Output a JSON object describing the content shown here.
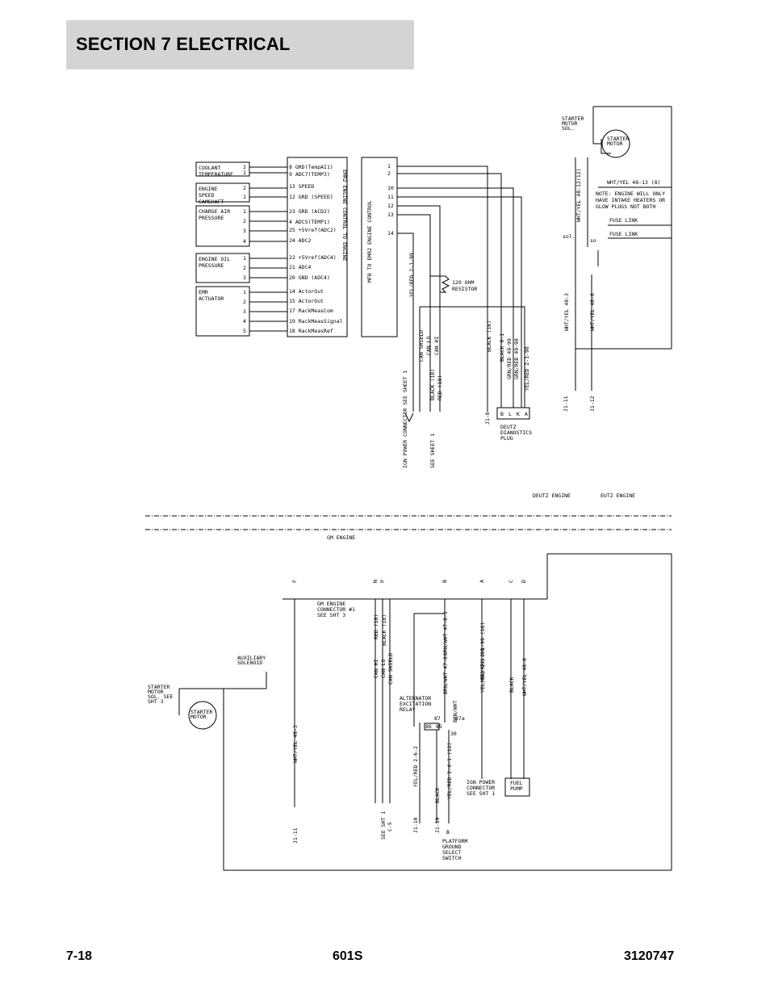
{
  "header": {
    "section_title": "SECTION 7   ELECTRICAL"
  },
  "footer": {
    "page_number": "7-18",
    "model": "601S",
    "doc_number": "3120747"
  },
  "top": {
    "sensors": [
      {
        "label": [
          "COOLANT",
          "TEMPERATURE"
        ],
        "pins": [
          "2",
          "1"
        ]
      },
      {
        "label": [
          "ENGINE",
          "SPEED",
          "CAMSHAFT"
        ],
        "pins": [
          "2",
          "1"
        ]
      },
      {
        "label": [
          "CHARGE AIR",
          "PRESSURE"
        ],
        "pins": [
          "1",
          "2",
          "3",
          "4"
        ]
      },
      {
        "label": [
          "ENGINE OIL",
          "PRESSURE"
        ],
        "pins": [
          "1",
          "2",
          "3"
        ]
      },
      {
        "label": [
          "EMR",
          "ACTUATOR"
        ],
        "pins": [
          "1",
          "2",
          "3",
          "4",
          "5"
        ]
      }
    ],
    "emr2_pins": [
      "8 GRD(TempAI1)",
      "9 ADC7(TEMP3)",
      "13 SPEED",
      "12 GRD (SPEED)",
      "23 GRD (ACD2)",
      "4 ADC5(TEMP1)",
      "25 +5Vref(ADC2)",
      "24 ADC2",
      "22 +5Vref(ADC4)",
      "21 ADC4",
      "20 GND (ADC4)",
      "14 ActorOut",
      "15 ActorOut",
      "17 RackMeasCom",
      "19 RackMeasSignal",
      "18 RackMeasRef"
    ],
    "emr2_title": "EMR2 ENGINE CONTROL TO ENGINE",
    "mfb_title": "MFB TO EMR2 ENGINE CONTROL",
    "mfb_pins": [
      "1",
      "2",
      "10",
      "11",
      "12",
      "13",
      "14"
    ],
    "resistor_label": [
      "120 OHM",
      "RESISTOR"
    ],
    "wires": {
      "yel_red_1": "YEL/RED 2-1-99",
      "can_shield": "CAN SHIELD",
      "can_lo": "CAN LO",
      "can_hi": "CAN HI",
      "black_18": "BLACK (18)",
      "red_18": "RED (18)",
      "black_16": "BLACK (16)",
      "black_0_1": "BLACK 0-1",
      "grn_red_99": "GRN/RED 49-99",
      "grn_red_98": "GRN/RED 49-98",
      "yel_red_98": "YEL/RED 2-1-98",
      "wht_yel_3": "WHT/YEL 48-3",
      "wht_yel_8": "WHT/YEL 48-8",
      "wht_yel_12": "WHT/YEL 48-12(12)",
      "wht_yel_13": "WHT/YEL 48-13 (8)"
    },
    "ign_power": "IGN POWER CONNECTOR SEE SHEET 1",
    "see_sheet": "SEE SHEET 1",
    "j1_8": "J1-8",
    "j1_11": "J1-11",
    "j1_12": "J1-12",
    "deutz_plug_pins": [
      "B",
      "L",
      "K",
      "A"
    ],
    "deutz_plug_label": [
      "DEUTZ",
      "DIANOSTICS",
      "PLUG"
    ],
    "starter_sol": [
      "STARTER",
      "MOTOR",
      "SOL."
    ],
    "starter_motor": [
      "STARTER",
      "MOTOR"
    ],
    "note": [
      "NOTE: ENGINE WILL ONLY",
      "HAVE INTAKE HEATERS OR",
      "GLOW PLUGS NOT BOTH"
    ],
    "fuse_link": "FUSE LINK",
    "sol": "sol.",
    "so": "so",
    "deutz_engine": "DEUTZ ENGINE",
    "eutz_engine": "EUTZ ENGINE"
  },
  "bottom": {
    "gm_engine": "GM ENGINE",
    "connector_letters": [
      "F",
      "N",
      "P",
      "B",
      "A",
      "C",
      "D"
    ],
    "gm_connector": [
      "GM ENGINE",
      "CONNECTOR #1",
      "SEE SHT 3"
    ],
    "aux_solenoid": [
      "AUXILIARY",
      "SOLENOID"
    ],
    "starter_sol": [
      "STARTER",
      "MOTOR",
      "SOL. SEE",
      "SHT 3"
    ],
    "starter_motor": [
      "STARTER",
      "MOTOR"
    ],
    "wires": {
      "wht_yel_3": "WHT/YEL 48-3",
      "red_18": "RED (18)",
      "black_18": "BLACK (18)",
      "can_hi": "CAN HI",
      "can_lo": "CAN LO",
      "can_shield": "CAN SHIELD",
      "brn_wht_1": "BRN/WHT 47-8-1",
      "brn_wht_8": "BRN/WHT 47-8",
      "yel_red_99": "YEL/RED 2-1-99 (16)",
      "yel_red_99b": "YEL/RED 2-1-99",
      "black": "BLACK",
      "wht_yel_8": "WHT/YEL 48-8",
      "brn_wht_r": "BRN/WHT",
      "yel_red_2": "YEL/RED 2-6-2",
      "black_2": "BLACK",
      "yel_red_12": "YEL/RED 2-4-1 (12)"
    },
    "alt_relay": [
      "ALTERNATOR",
      "EXCITATION",
      "RELAY"
    ],
    "relay_pins": [
      "87",
      "87a",
      "30",
      "86",
      "85"
    ],
    "ign_power": [
      "IGN POWER",
      "CONNECTOR",
      "SEE SHT 1"
    ],
    "fuel_pump": [
      "FUEL",
      "PUMP"
    ],
    "j1_11": "J1-11",
    "see_sht": "SEE SHT 1",
    "c5": "C-5",
    "j1_10": "J1-10",
    "j1_19": "J1-19",
    "b": "B",
    "platform_switch": [
      "PLATFORM",
      "GROUND",
      "SELECT",
      "SWITCH"
    ]
  }
}
